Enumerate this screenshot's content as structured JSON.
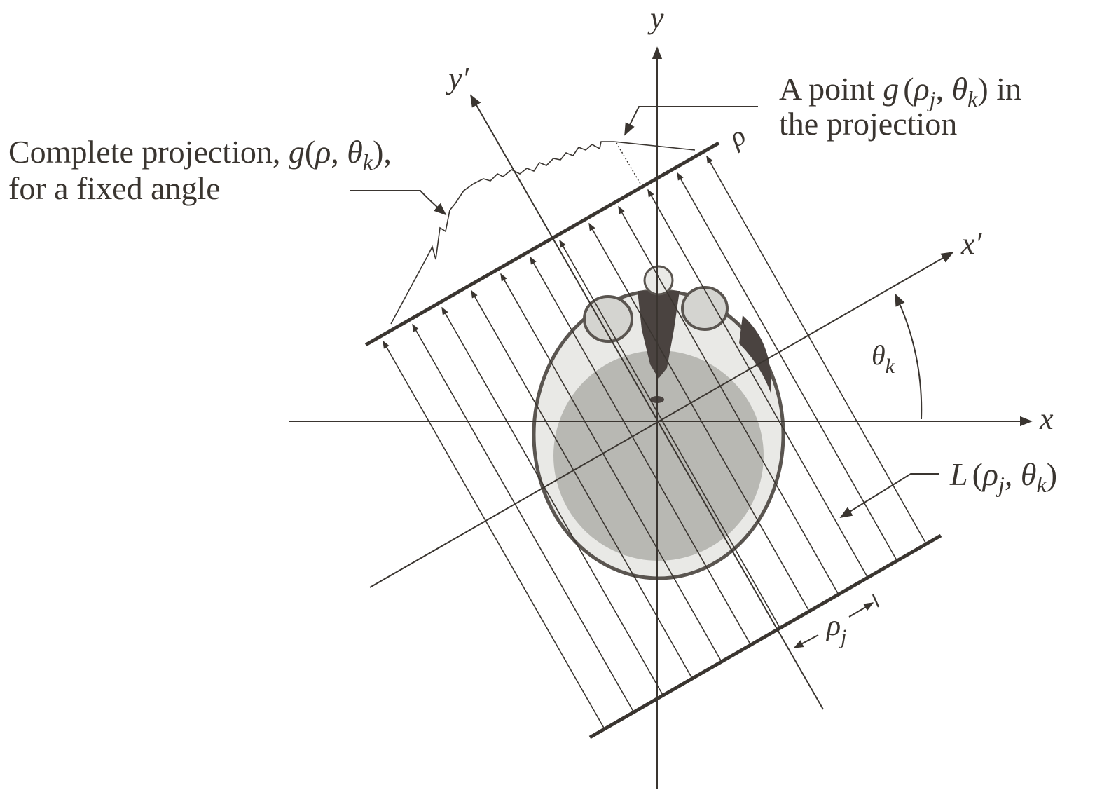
{
  "axes": {
    "x_label": "x",
    "y_label": "y",
    "x_prime_label": "x′",
    "y_prime_label": "y′"
  },
  "annotations": {
    "complete_projection": {
      "line1_text": "Complete projection, ",
      "line1_math_g": "g",
      "line1_math_open": "(",
      "line1_math_rho": "ρ",
      "line1_math_comma": ", ",
      "line1_math_theta": "θ",
      "line1_math_sub_k": "k",
      "line1_math_close": "),",
      "line2_text": "for a fixed angle"
    },
    "point_in_projection": {
      "line1_text": "A point ",
      "line1_math_g": "g",
      "line1_math_open": "(",
      "line1_math_rho": "ρ",
      "line1_math_sub_j": "j",
      "line1_math_comma": ", ",
      "line1_math_theta": "θ",
      "line1_math_sub_k": "k",
      "line1_math_close": ")",
      "line1_suffix": " in",
      "line2_text": "the projection"
    },
    "rho_axis_label": "ρ",
    "angle_label": {
      "theta": "θ",
      "sub": "k"
    },
    "line_label": {
      "L": "L",
      "open": "(",
      "rho": "ρ",
      "sub_j": "j",
      "comma": ", ",
      "theta": "θ",
      "sub_k": "k",
      "close": ")"
    },
    "rho_j_label": {
      "rho": "ρ",
      "sub": "j"
    }
  },
  "colors": {
    "ink": "#3a3530",
    "brain_tissue": "#b8b8b3",
    "skull": "#e9e9e6",
    "dark_cavity": "#4a4340"
  }
}
